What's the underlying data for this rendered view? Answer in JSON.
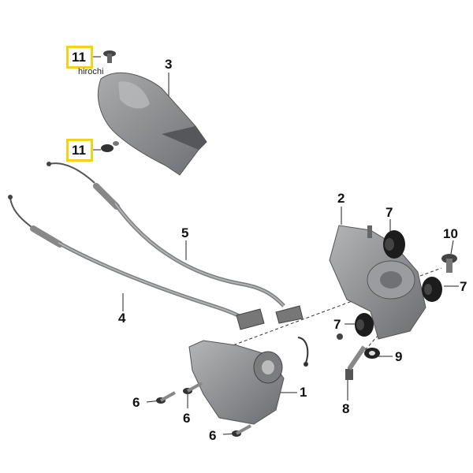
{
  "watermark": "hirochi",
  "highlight_color": "#f2d21b",
  "part_color": "#8e9093",
  "callouts": {
    "c11_top": "11",
    "c11_mid": "11",
    "c3": "3",
    "c2": "2",
    "c7_a": "7",
    "c10": "10",
    "c7_b": "7",
    "c5": "5",
    "c4": "4",
    "c7_c": "7",
    "c9": "9",
    "c1": "1",
    "c6_a": "6",
    "c6_b": "6",
    "c6_c": "6",
    "c8": "8"
  }
}
